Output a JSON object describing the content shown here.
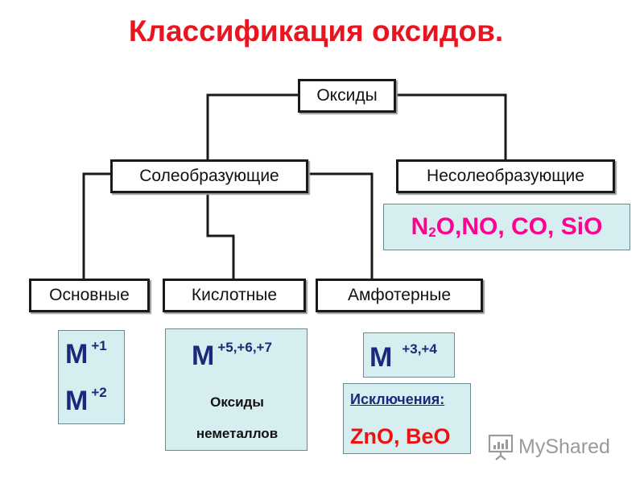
{
  "title": "Классификация оксидов.",
  "nodes": {
    "oxides": "Оксиды",
    "salt_forming": "Солеобразующие",
    "non_salt_forming": "Несолеобразующие",
    "basic": "Основные",
    "acidic": "Кислотные",
    "amphoteric": "Амфотерные"
  },
  "non_salt_forming_examples": {
    "n": "N",
    "sub": "2",
    "rest": "O,NO, CO, SiO"
  },
  "basic_panel": {
    "line1_symbol": "M",
    "line1_sup": "+1",
    "line2_symbol": "M",
    "line2_sup": "+2"
  },
  "acidic_panel": {
    "symbol": "M",
    "sup": "+5,+6,+7",
    "note_line1": "Оксиды",
    "note_line2": "неметаллов"
  },
  "amphoteric_panel": {
    "symbol": "M",
    "sup": "+3,+4"
  },
  "exceptions_panel": {
    "label": "Исключения:",
    "value": "ZnO, BeO"
  },
  "watermark": {
    "text": "MyShared",
    "icon": "presentation-board-icon"
  }
}
